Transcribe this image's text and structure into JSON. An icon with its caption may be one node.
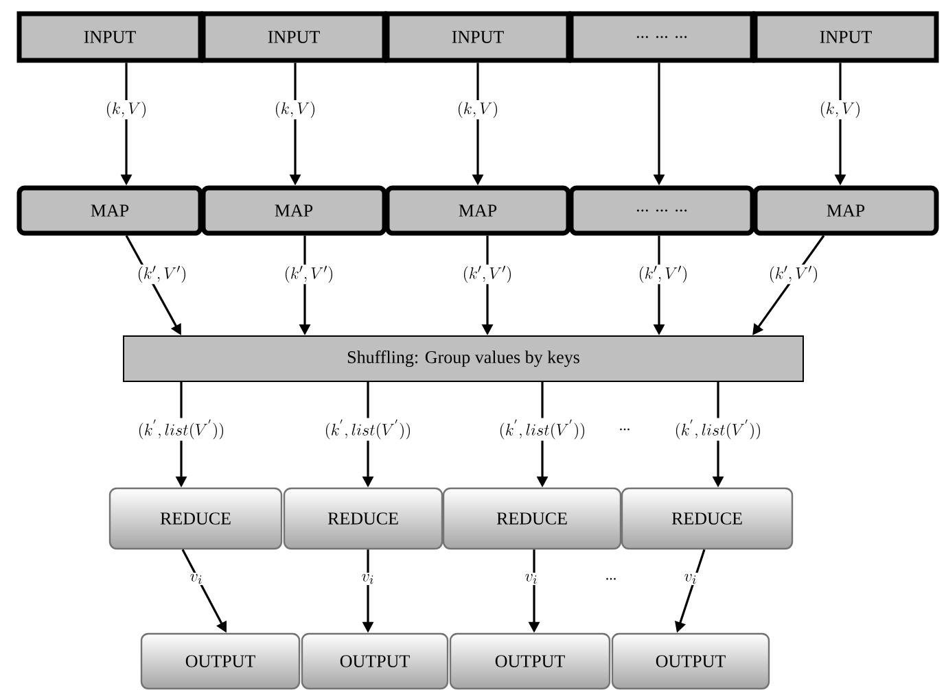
{
  "diagram": {
    "nodes": [
      {
        "text": [
          "INPUT"
        ]
      },
      {
        "text": [
          "INPUT"
        ]
      },
      {
        "text": [
          "INPUT"
        ]
      },
      {
        "text": [
          "... ... ..."
        ]
      },
      {
        "text": [
          "INPUT"
        ]
      },
      {
        "text": [
          "MAP"
        ]
      },
      {
        "text": [
          "MAP"
        ]
      },
      {
        "text": [
          "MAP"
        ]
      },
      {
        "text": [
          "... ... ..."
        ]
      },
      {
        "text": [
          "MAP"
        ]
      },
      {
        "text": [
          "Shuffling: Group values by keys"
        ]
      },
      {
        "text": [
          "REDUCE"
        ]
      },
      {
        "text": [
          "REDUCE"
        ]
      },
      {
        "text": [
          "REDUCE"
        ]
      },
      {
        "text": [
          "REDUCE"
        ]
      },
      {
        "text": [
          "OUTPUT"
        ]
      },
      {
        "text": [
          "OUTPUT"
        ]
      },
      {
        "text": [
          "OUTPUT"
        ]
      },
      {
        "text": [
          "OUTPUT"
        ]
      }
    ],
    "edges": [
      {
        "from": 0,
        "to": 5,
        "arrow": "to",
        "label": "(k,V)"
      },
      {
        "from": 1,
        "to": 6,
        "arrow": "to",
        "label": "(k,V)"
      },
      {
        "from": 2,
        "to": 7,
        "arrow": "to",
        "label": "(k,V)"
      },
      {
        "from": 3,
        "to": 8,
        "arrow": "to"
      },
      {
        "from": 4,
        "to": 9,
        "arrow": "to",
        "label": "(k,V)"
      },
      {
        "from": 5,
        "to": 10,
        "arrow": "to",
        "label": "(k',V')"
      },
      {
        "from": 6,
        "to": 10,
        "arrow": "to",
        "label": "(k',V')"
      },
      {
        "from": 7,
        "to": 10,
        "arrow": "to",
        "label": "(k',V')"
      },
      {
        "from": 8,
        "to": 10,
        "arrow": "to",
        "label": "(k',V')"
      },
      {
        "from": 9,
        "to": 10,
        "arrow": "to",
        "label": "(k',V')"
      },
      {
        "from": 10,
        "to": 11,
        "arrow": "to",
        "label": "(k^{'},list(V^{'}))"
      },
      {
        "from": 10,
        "to": 12,
        "arrow": "to",
        "label": "(k^{'},list(V^{'}))"
      },
      {
        "from": 10,
        "to": 13,
        "arrow": "to",
        "label": "(k^{'},list(V^{'}))"
      },
      {
        "from": 10,
        "to": 14,
        "arrow": "to",
        "label": "(k^{'},list(V^{'}))"
      },
      {
        "from": 11,
        "to": 15,
        "arrow": "to",
        "label": "v_i"
      },
      {
        "from": 12,
        "to": 16,
        "arrow": "to",
        "label": "v_i"
      },
      {
        "from": 13,
        "to": 17,
        "arrow": "to",
        "label": "v_i"
      },
      {
        "from": 14,
        "to": 18,
        "arrow": "to",
        "label": "v_i"
      }
    ],
    "labels": [
      "...",
      "..."
    ]
  }
}
